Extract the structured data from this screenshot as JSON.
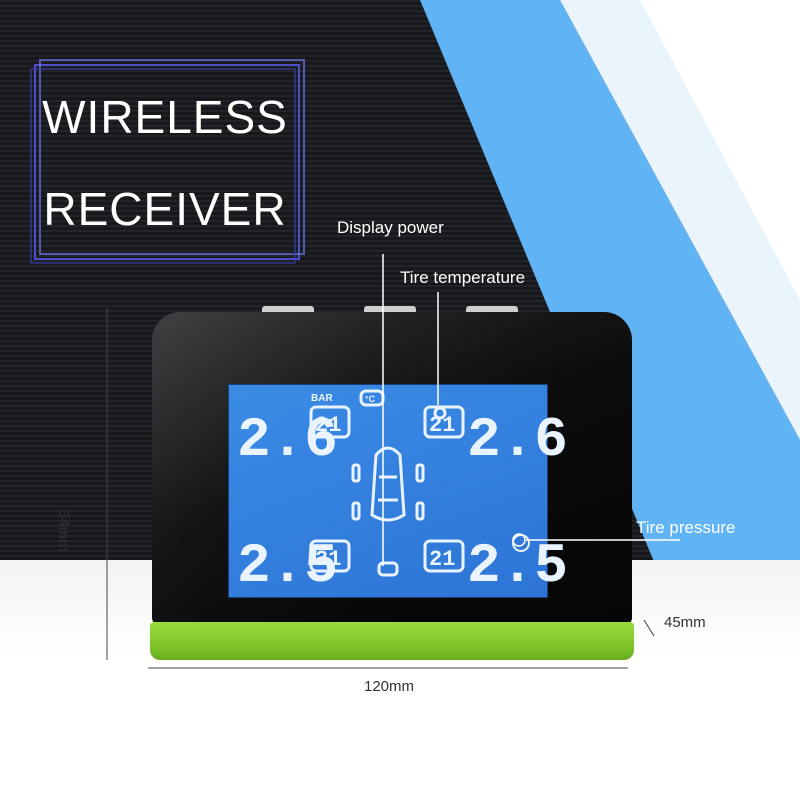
{
  "banner": {
    "line1": "WIRELESS",
    "line2": "RECEIVER"
  },
  "callouts": {
    "display_power": "Display power",
    "tire_temperature": "Tire temperature",
    "tire_pressure": "Tire pressure"
  },
  "dimensions": {
    "height": "34mm",
    "width": "120mm",
    "depth": "45mm"
  },
  "lcd": {
    "unit_label": "BAR",
    "temp_unit": "°C",
    "front_left_pressure": "2.6",
    "front_right_pressure": "2.6",
    "rear_left_pressure": "2.5",
    "rear_right_pressure": "2.5",
    "front_left_temp": "21",
    "front_right_temp": "21",
    "rear_left_temp": "21",
    "rear_right_temp": "21"
  },
  "colors": {
    "lcd": "#2d74d6",
    "base": "#8bd034",
    "accent_blue": "#5bb3f5",
    "frame": "#5960d8"
  },
  "icons": [
    "car-icon",
    "battery-icon",
    "temperature-badge-icon",
    "sensor-icon"
  ]
}
